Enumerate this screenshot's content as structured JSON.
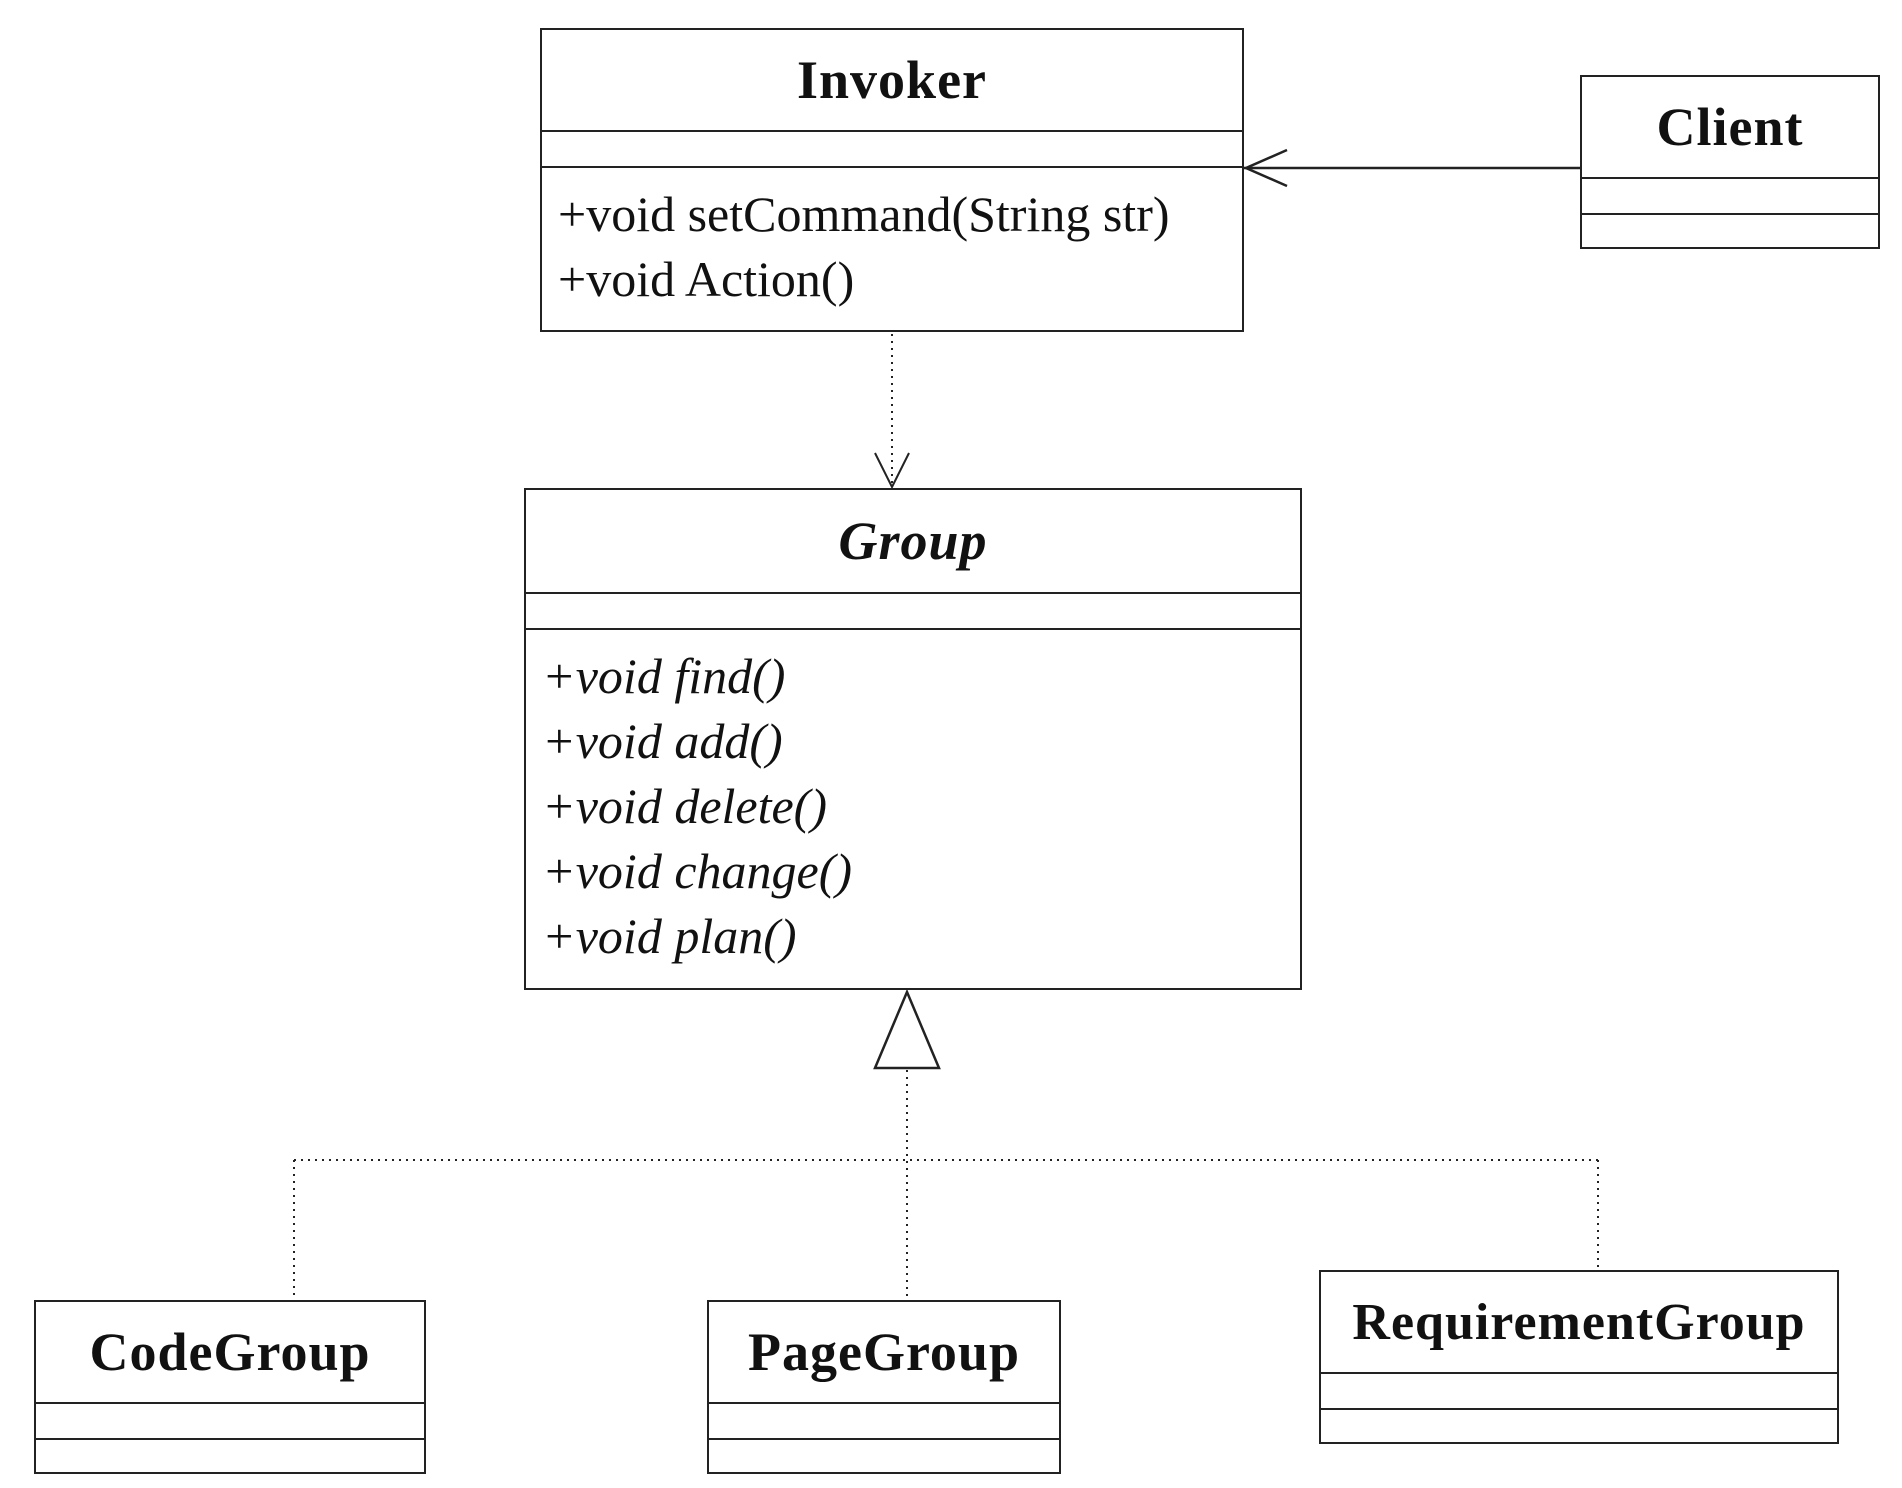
{
  "classes": {
    "invoker": {
      "name": "Invoker",
      "operations": [
        "+void setCommand(String str)",
        "+void Action()"
      ]
    },
    "client": {
      "name": "Client"
    },
    "group": {
      "name": "Group",
      "abstract": true,
      "operations": [
        "+void find()",
        "+void add()",
        "+void delete()",
        "+void change()",
        "+void plan()"
      ]
    },
    "code_group": {
      "name": "CodeGroup"
    },
    "page_group": {
      "name": "PageGroup"
    },
    "requirement_group": {
      "name": "RequirementGroup"
    }
  },
  "relationships": [
    {
      "from": "Client",
      "to": "Invoker",
      "type": "association"
    },
    {
      "from": "Invoker",
      "to": "Group",
      "type": "dependency"
    },
    {
      "from": "CodeGroup",
      "to": "Group",
      "type": "realization"
    },
    {
      "from": "PageGroup",
      "to": "Group",
      "type": "realization"
    },
    {
      "from": "RequirementGroup",
      "to": "Group",
      "type": "realization"
    }
  ],
  "colors": {
    "line": "#222222",
    "background": "#ffffff"
  }
}
